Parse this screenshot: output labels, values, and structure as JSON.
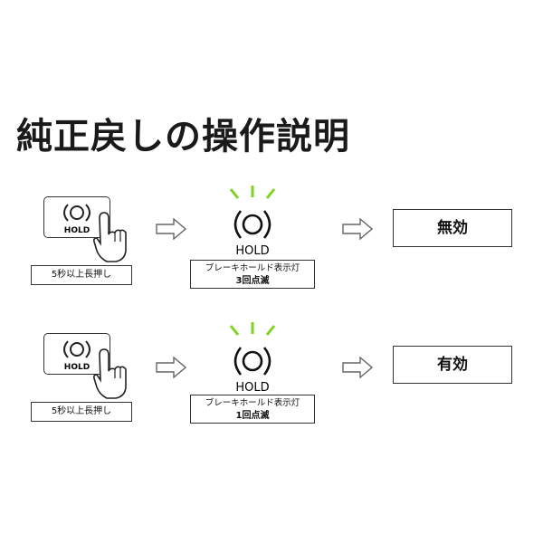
{
  "title": "純正戻しの操作説明",
  "accent_green": "#7ed321",
  "rows": [
    {
      "press_icon_text": "HOLD",
      "press_label": "5秒以上長押し",
      "indicator_text": "HOLD",
      "light_line1": "ブレーキホールド表示灯",
      "light_line2": "3回点滅",
      "result": "無効"
    },
    {
      "press_icon_text": "HOLD",
      "press_label": "5秒以上長押し",
      "indicator_text": "HOLD",
      "light_line1": "ブレーキホールド表示灯",
      "light_line2": "1回点滅",
      "result": "有効"
    }
  ]
}
